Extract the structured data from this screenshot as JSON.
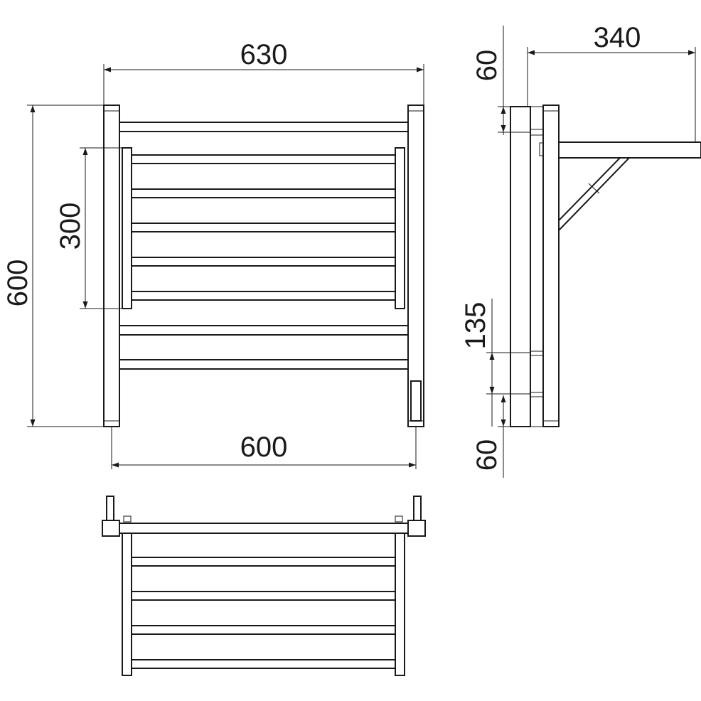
{
  "dimensions": {
    "top_width": "630",
    "bottom_width": "600",
    "overall_height": "600",
    "inner_height": "300",
    "depth": "340",
    "top_offset": "60",
    "lower_offset": "135",
    "bottom_offset": "60"
  }
}
